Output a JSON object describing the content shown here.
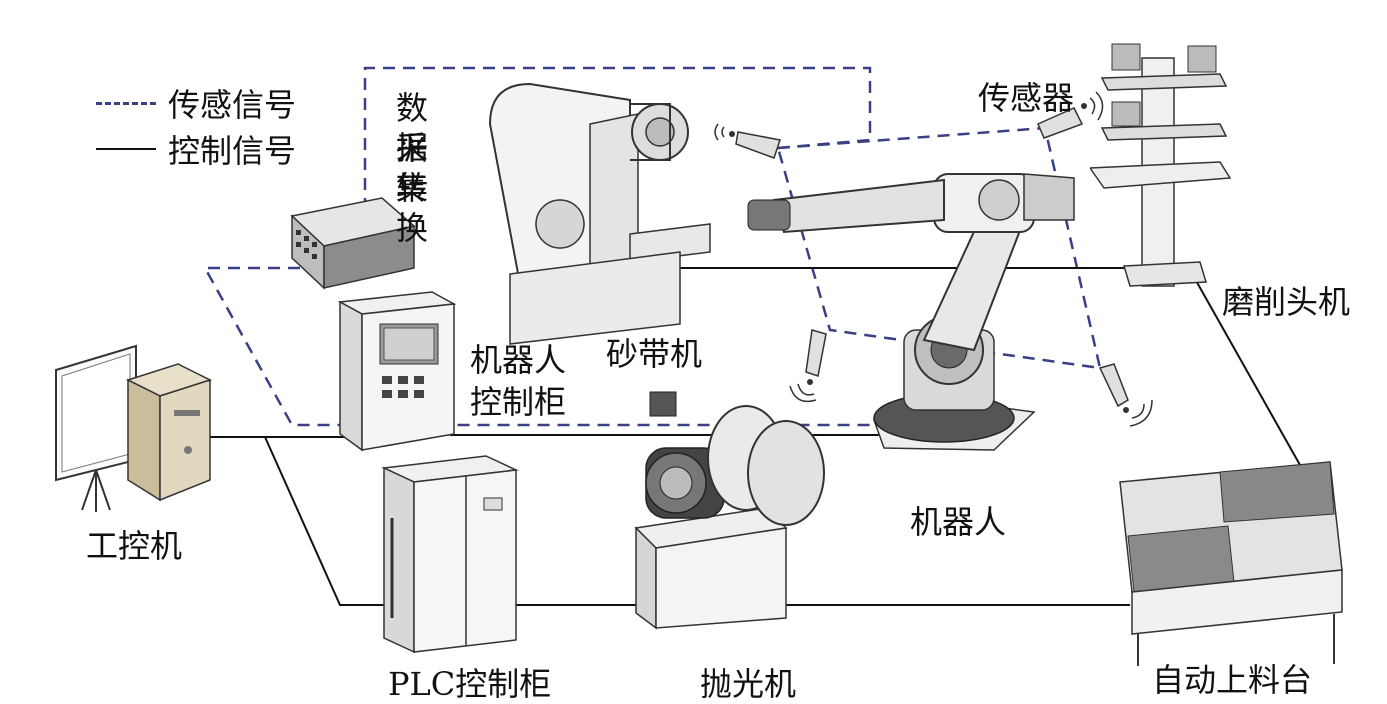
{
  "legend": {
    "sensor_signal": "传感信号",
    "control_signal": "控制信号"
  },
  "labels": {
    "daq_line1": "数据",
    "daq_line2": "采集",
    "daq_line3": "转换",
    "belt_sander": "砂带机",
    "sensor": "传感器",
    "grinding_head": "磨削头机",
    "robot_controller_line1": "机器人",
    "robot_controller_line2": "控制柜",
    "robot": "机器人",
    "ipc": "工控机",
    "plc_cabinet": "PLC控制柜",
    "polisher": "抛光机",
    "auto_feeder": "自动上料台"
  },
  "colors": {
    "sensor_line": "#3a3f86",
    "control_line": "#111111",
    "equipment_fill": "#f2f2f2",
    "equipment_stroke": "#333333",
    "robot_accent": "#6a6a6a"
  }
}
